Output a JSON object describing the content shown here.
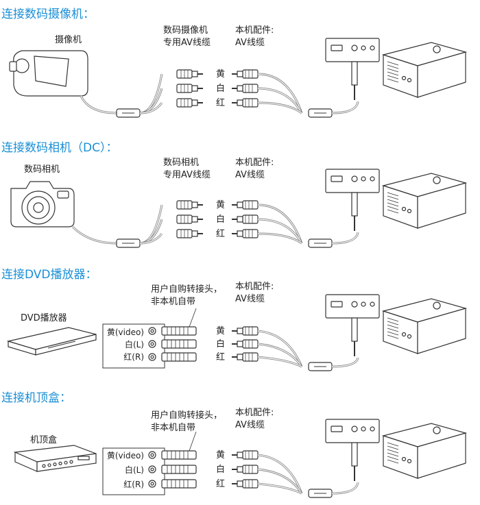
{
  "colors": {
    "title": "#1a8fd6",
    "line": "#333333",
    "cable": "#888888",
    "fill": "#ffffff"
  },
  "sections": [
    {
      "title": "连接数码摄像机：",
      "device_label": "摄像机",
      "device_icon": "camcorder-icon",
      "cable_label": [
        "数码摄像机",
        "专用AV线缆"
      ],
      "accessory_label": [
        "本机配件:",
        "AV线缆"
      ],
      "colors": [
        "黄",
        "白",
        "红"
      ],
      "uses_adapter": false
    },
    {
      "title": "连接数码相机（DC）：",
      "device_label": "数码相机",
      "device_icon": "camera-icon",
      "cable_label": [
        "数码相机",
        "专用AV线缆"
      ],
      "accessory_label": [
        "本机配件:",
        "AV线缆"
      ],
      "colors": [
        "黄",
        "白",
        "红"
      ],
      "uses_adapter": false
    },
    {
      "title": "连接DVD播放器：",
      "device_label": "DVD播放器",
      "device_icon": "dvd-player-icon",
      "cable_label": [
        "用户自购转接头，",
        "非本机自带"
      ],
      "accessory_label": [
        "本机配件:",
        "AV线缆"
      ],
      "colors": [
        "黄",
        "白",
        "红"
      ],
      "port_labels": [
        "黄(video)",
        "白(L)",
        "红(R)"
      ],
      "uses_adapter": true
    },
    {
      "title": "连接机顶盒：",
      "device_label": "机顶盒",
      "device_icon": "set-top-box-icon",
      "cable_label": [
        "用户自购转接头，",
        "非本机自带"
      ],
      "accessory_label": [
        "本机配件:",
        "AV线缆"
      ],
      "colors": [
        "黄",
        "白",
        "红"
      ],
      "port_labels": [
        "黄(video)",
        "白(L)",
        "红(R)"
      ],
      "uses_adapter": true
    }
  ]
}
